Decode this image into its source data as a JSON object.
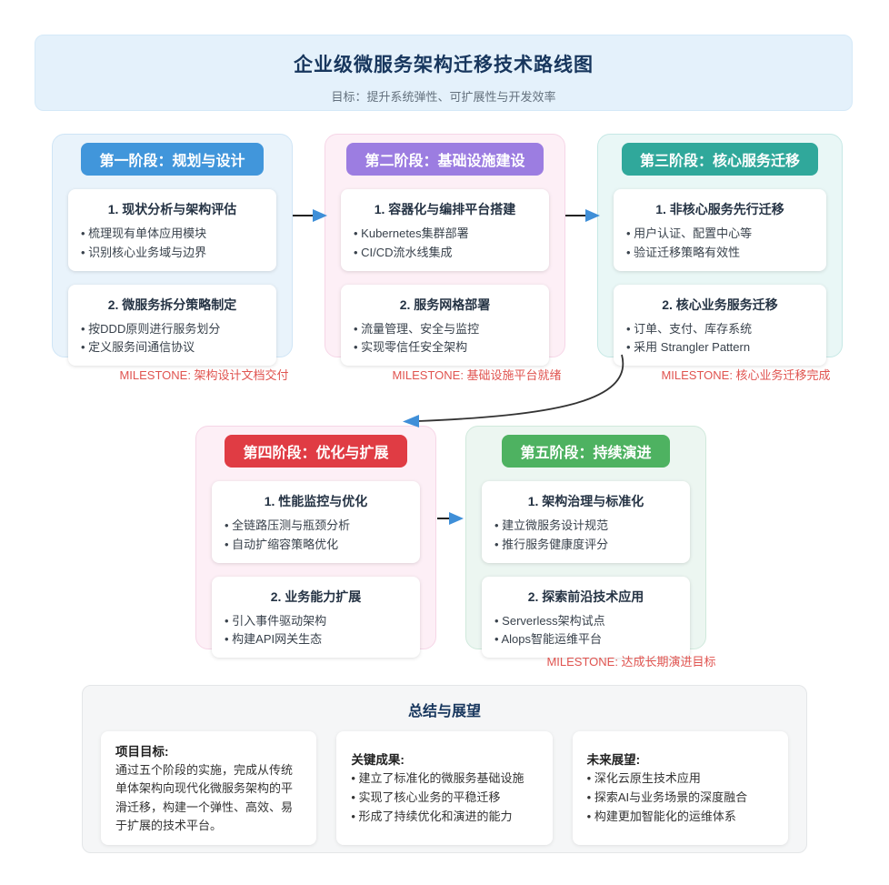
{
  "header": {
    "title": "企业级微服务架构迁移技术路线图",
    "subtitle": "目标：提升系统弹性、可扩展性与开发效率"
  },
  "phases": [
    {
      "label": "第一阶段：规划与设计",
      "badge_color": "#4196db",
      "cards": [
        {
          "title": "1. 现状分析与架构评估",
          "bullets": [
            "梳理现有单体应用模块",
            "识别核心业务域与边界"
          ]
        },
        {
          "title": "2. 微服务拆分策略制定",
          "bullets": [
            "按DDD原则进行服务划分",
            "定义服务间通信协议"
          ]
        }
      ],
      "milestone": "MILESTONE: 架构设计文档交付"
    },
    {
      "label": "第二阶段：基础设施建设",
      "badge_color": "#9c7de1",
      "cards": [
        {
          "title": "1. 容器化与编排平台搭建",
          "bullets": [
            "Kubernetes集群部署",
            "CI/CD流水线集成"
          ]
        },
        {
          "title": "2. 服务网格部署",
          "bullets": [
            "流量管理、安全与监控",
            "实现零信任安全架构"
          ]
        }
      ],
      "milestone": "MILESTONE: 基础设施平台就绪"
    },
    {
      "label": "第三阶段：核心服务迁移",
      "badge_color": "#30a89b",
      "cards": [
        {
          "title": "1. 非核心服务先行迁移",
          "bullets": [
            "用户认证、配置中心等",
            "验证迁移策略有效性"
          ]
        },
        {
          "title": "2. 核心业务服务迁移",
          "bullets": [
            "订单、支付、库存系统",
            "采用 Strangler Pattern"
          ]
        }
      ],
      "milestone": "MILESTONE: 核心业务迁移完成"
    },
    {
      "label": "第四阶段：优化与扩展",
      "badge_color": "#e03c44",
      "cards": [
        {
          "title": "1. 性能监控与优化",
          "bullets": [
            "全链路压测与瓶颈分析",
            "自动扩缩容策略优化"
          ]
        },
        {
          "title": "2. 业务能力扩展",
          "bullets": [
            "引入事件驱动架构",
            "构建API网关生态"
          ]
        }
      ],
      "milestone": ""
    },
    {
      "label": "第五阶段：持续演进",
      "badge_color": "#4eb261",
      "cards": [
        {
          "title": "1. 架构治理与标准化",
          "bullets": [
            "建立微服务设计规范",
            "推行服务健康度评分"
          ]
        },
        {
          "title": "2. 探索前沿技术应用",
          "bullets": [
            "Serverless架构试点",
            "Alops智能运维平台"
          ]
        }
      ],
      "milestone": "MILESTONE: 达成长期演进目标"
    }
  ],
  "summary": {
    "title": "总结与展望",
    "cards": [
      {
        "heading": "项目目标:",
        "body": "通过五个阶段的实施，完成从传统单体架构向现代化微服务架构的平滑迁移，构建一个弹性、高效、易于扩展的技术平台。"
      },
      {
        "heading": "关键成果:",
        "bullets": [
          "建立了标准化的微服务基础设施",
          "实现了核心业务的平稳迁移",
          "形成了持续优化和演进的能力"
        ]
      },
      {
        "heading": "未来展望:",
        "bullets": [
          "深化云原生技术应用",
          "探索AI与业务场景的深度融合",
          "构建更加智能化的运维体系"
        ]
      }
    ]
  },
  "colors": {
    "header_bg": "#e4f1fb",
    "title_text": "#17365d",
    "milestone_text": "#e05450",
    "arrow_line": "#222222",
    "arrow_head": "#3f8fd8",
    "phase1_bg": "#e9f3fb",
    "phase2_bg": "#fdeff6",
    "phase3_bg": "#e9f7f6",
    "phase4_bg": "#fdeff6",
    "phase5_bg": "#ecf6f1",
    "summary_bg": "#f5f6f7"
  }
}
